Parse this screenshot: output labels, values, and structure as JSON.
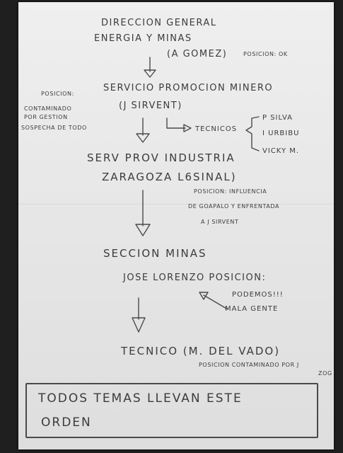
{
  "note": {
    "direccion": [
      "DIRECCION GENERAL",
      "ENERGIA Y MINAS",
      "(A GOMEZ)"
    ],
    "posicion_ok": "POSICION: OK",
    "servicio": [
      "SERVICIO PROMOCION MINERO",
      "(J SIRVENT)"
    ],
    "servicio_posicion": [
      "POSICION:",
      "CONTAMINADO",
      "POR GESTION",
      "SOSPECHA DE TODO"
    ],
    "tecnicos_label": "TECNICOS",
    "tecnicos": [
      "P SILVA",
      "I URBIBU",
      "VICKY M."
    ],
    "serv_prov": [
      "SERV PROV INDUSTRIA",
      "ZARAGOZA  L6SINAL)"
    ],
    "serv_prov_posicion": [
      "POSICION: INFLUENCIA",
      "DE GOAPALO Y ENFRENTADA",
      "A J SIRVENT"
    ],
    "seccion": "SECCION MINAS",
    "jose": "JOSE LORENZO POSICION:",
    "podemos": [
      "PODEMOS!!!",
      "MALA GENTE"
    ],
    "tecnico": "TECNICO (M. DEL VADO)",
    "tecnico_posicion": "POSICION CONTAMINADO POR J",
    "tecnico_posicion_tail": "ZOG",
    "conclusion": [
      "TODOS TEMAS LLEVAN ESTE",
      "ORDEN"
    ]
  }
}
